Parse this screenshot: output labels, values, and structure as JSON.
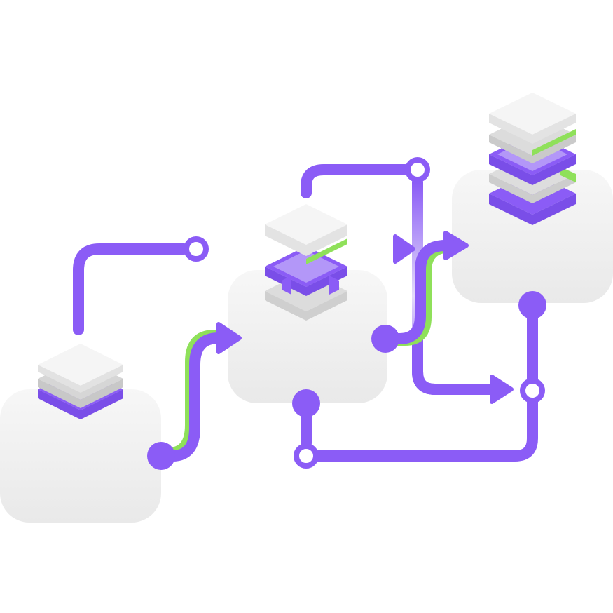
{
  "diagram": {
    "kind": "data-flow-illustration",
    "colors": {
      "accent": "#8b5cf6",
      "accent_light": "#b9a2f7",
      "accent_pale": "#ddd0fb",
      "green": "#8fe05a",
      "tile_top": "#f4f4f4",
      "tile_side": "#d9d9d9",
      "panel": "#eeeeee",
      "node_fill": "#ffffff"
    },
    "nodes": [
      {
        "id": "source",
        "stack_layers": [
          "white",
          "grey",
          "purple"
        ]
      },
      {
        "id": "middle",
        "stack_layers": [
          "white",
          "purple",
          "grey-bracket"
        ]
      },
      {
        "id": "storage",
        "stack_layers": [
          "white",
          "grey",
          "purple",
          "grey",
          "purple"
        ]
      }
    ],
    "connections": [
      {
        "from": "source",
        "to": "middle",
        "style": "arrow"
      },
      {
        "from": "source",
        "to": "storage",
        "style": "arrow"
      },
      {
        "from": "middle",
        "to": "storage",
        "style": "arrow"
      },
      {
        "from": "middle",
        "to": "bus",
        "style": "line"
      },
      {
        "from": "storage",
        "to": "bus",
        "style": "line"
      }
    ]
  }
}
